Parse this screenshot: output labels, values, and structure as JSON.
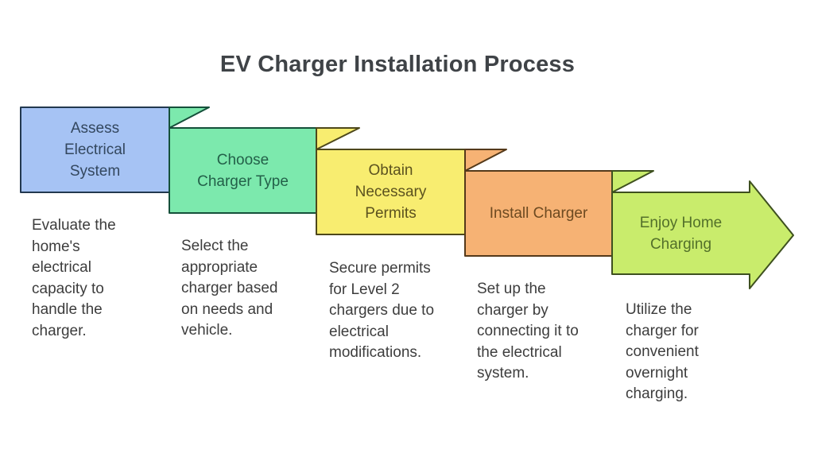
{
  "title": "EV Charger Installation Process",
  "colors": {
    "background": "#ffffff",
    "title_text": "#3f4347",
    "description_text": "#3d3d3d"
  },
  "steps": [
    {
      "label": "Assess\nElectrical\nSystem",
      "description": "Evaluate the\nhome's\nelectrical\ncapacity to\nhandle the\ncharger.",
      "fill": "#A6C3F4",
      "stroke": "#22384F",
      "label_color": "#33475E"
    },
    {
      "label": "Choose\nCharger Type",
      "description": "Select the\nappropriate\ncharger based\non needs and\nvehicle.",
      "fill": "#7CE9AD",
      "stroke": "#15503A",
      "label_color": "#236049"
    },
    {
      "label": "Obtain\nNecessary\nPermits",
      "description": "Secure permits\nfor Level 2\nchargers due to\nelectrical\nmodifications.",
      "fill": "#F8ED70",
      "stroke": "#4E481B",
      "label_color": "#5C521F"
    },
    {
      "label": "Install Charger",
      "description": "Set up the\ncharger by\nconnecting it to\nthe electrical\nsystem.",
      "fill": "#F6B274",
      "stroke": "#54391A",
      "label_color": "#6D4A21"
    },
    {
      "label": "Enjoy Home\nCharging",
      "description": "Utilize the\ncharger for\nconvenient\novernight\ncharging.",
      "fill": "#C9EC6C",
      "stroke": "#3E501F",
      "label_color": "#53702A"
    }
  ]
}
